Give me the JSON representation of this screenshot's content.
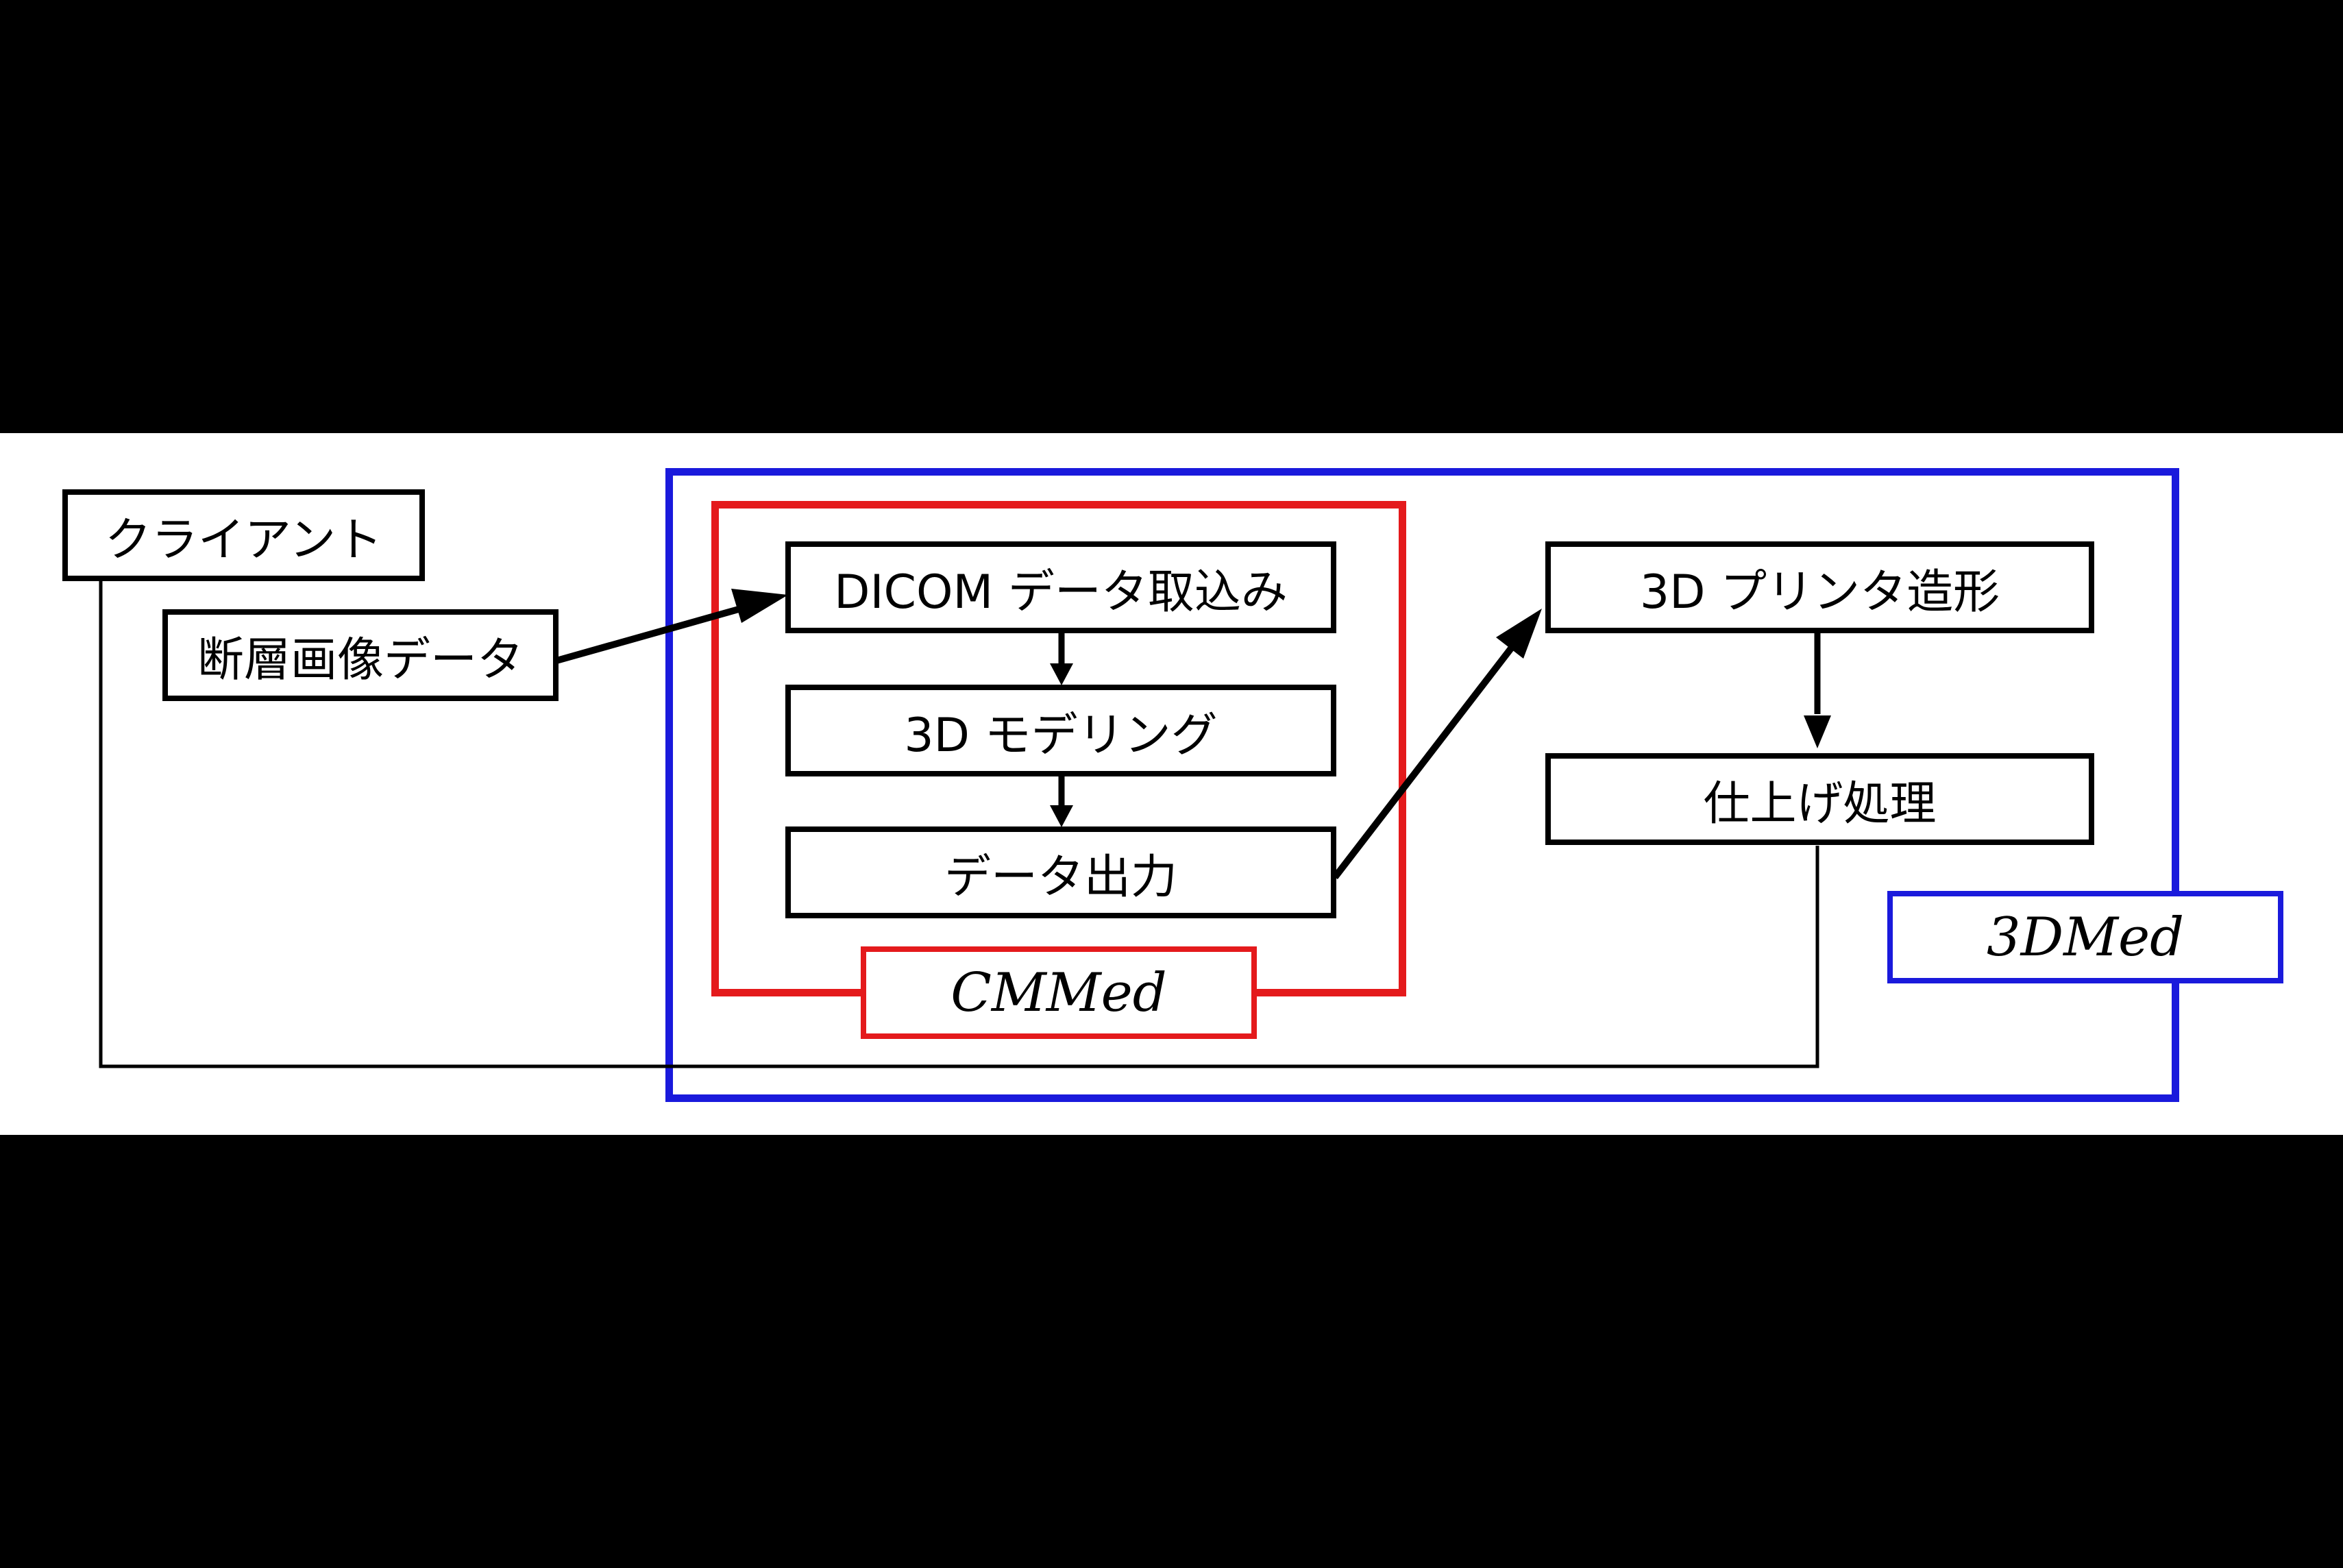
{
  "diagram": {
    "nodes": {
      "client": "クライアント",
      "tomo_data": "断層画像データ",
      "dicom_import": "DICOM データ取込み",
      "modeling": "3D モデリング",
      "data_output": "データ出力",
      "print": "3D プリンタ造形",
      "finishing": "仕上げ処理"
    },
    "groups": {
      "cmmed": "CMMed",
      "threedmed": "3DMed"
    },
    "colors": {
      "cmmed": "#e41a1c",
      "threedmed": "#1a1adc",
      "line": "#000000"
    }
  }
}
